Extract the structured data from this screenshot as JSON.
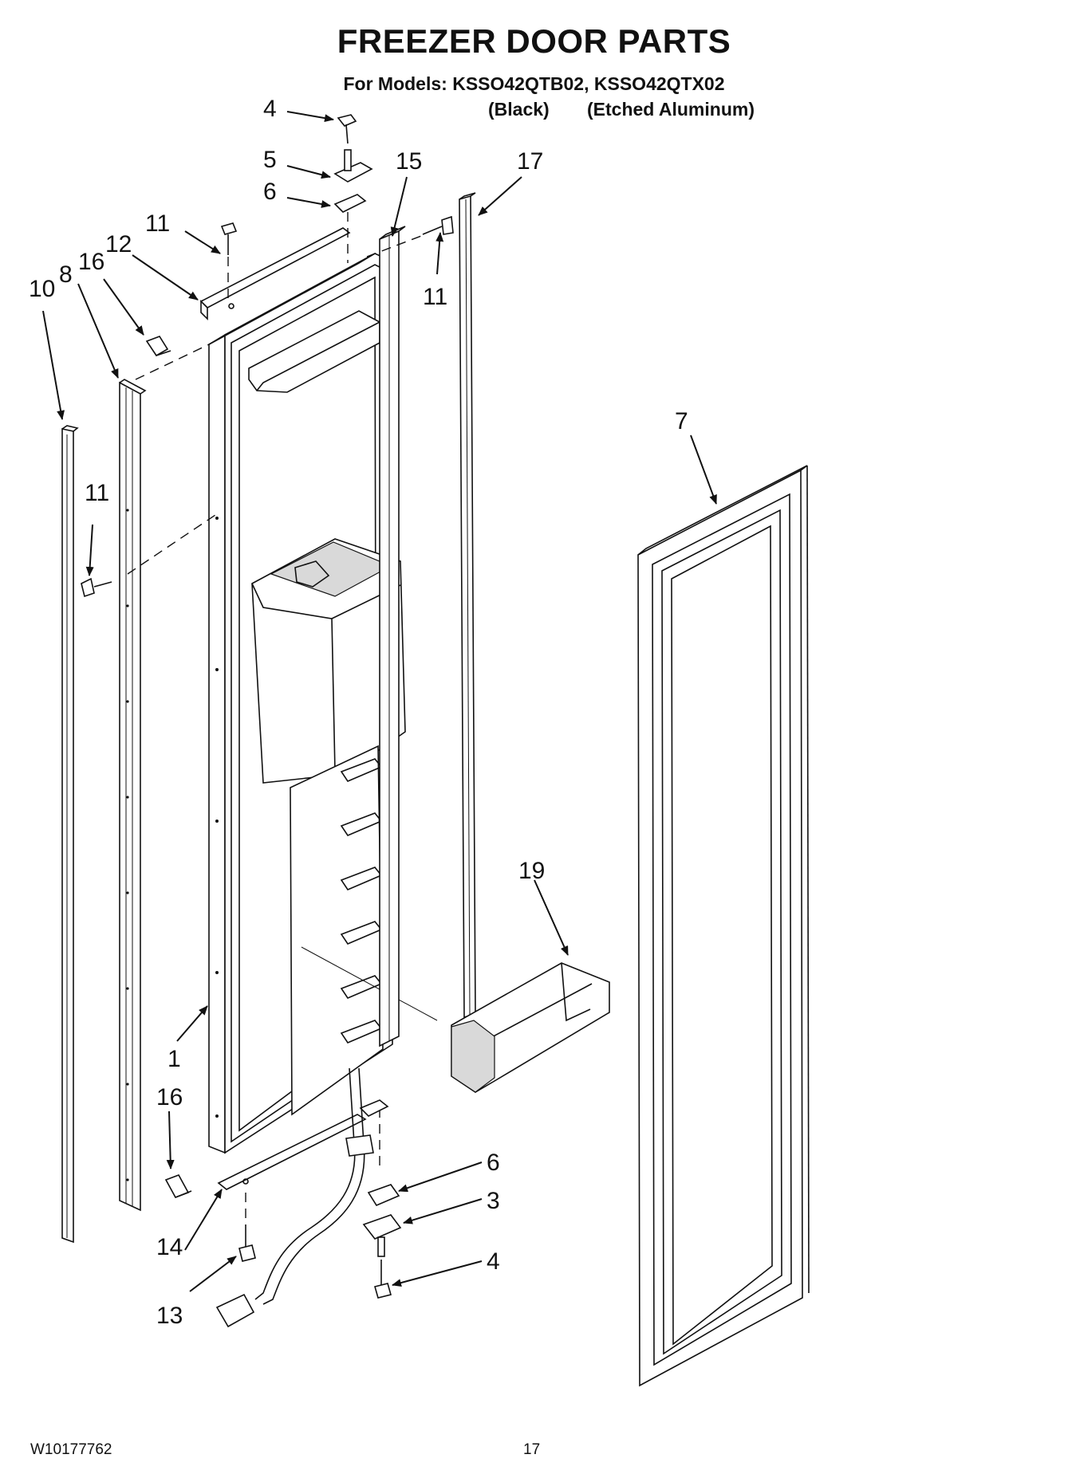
{
  "header": {
    "title": "FREEZER DOOR PARTS",
    "models_line": "For Models: KSSO42QTB02, KSSO42QTX02",
    "variant_black": "(Black)",
    "variant_etched": "(Etched Aluminum)"
  },
  "callouts": {
    "c4_top": "4",
    "c5": "5",
    "c6_top": "6",
    "c15": "15",
    "c17": "17",
    "c11_top_left": "11",
    "c12": "12",
    "c16_top": "16",
    "c8": "8",
    "c10": "10",
    "c11_top_right": "11",
    "c11_left": "11",
    "c7": "7",
    "c19": "19",
    "c1": "1",
    "c16_bottom": "16",
    "c6_bottom": "6",
    "c3": "3",
    "c14": "14",
    "c4_bottom": "4",
    "c13": "13"
  },
  "footer": {
    "doc_number": "W10177762",
    "page_number": "17"
  }
}
